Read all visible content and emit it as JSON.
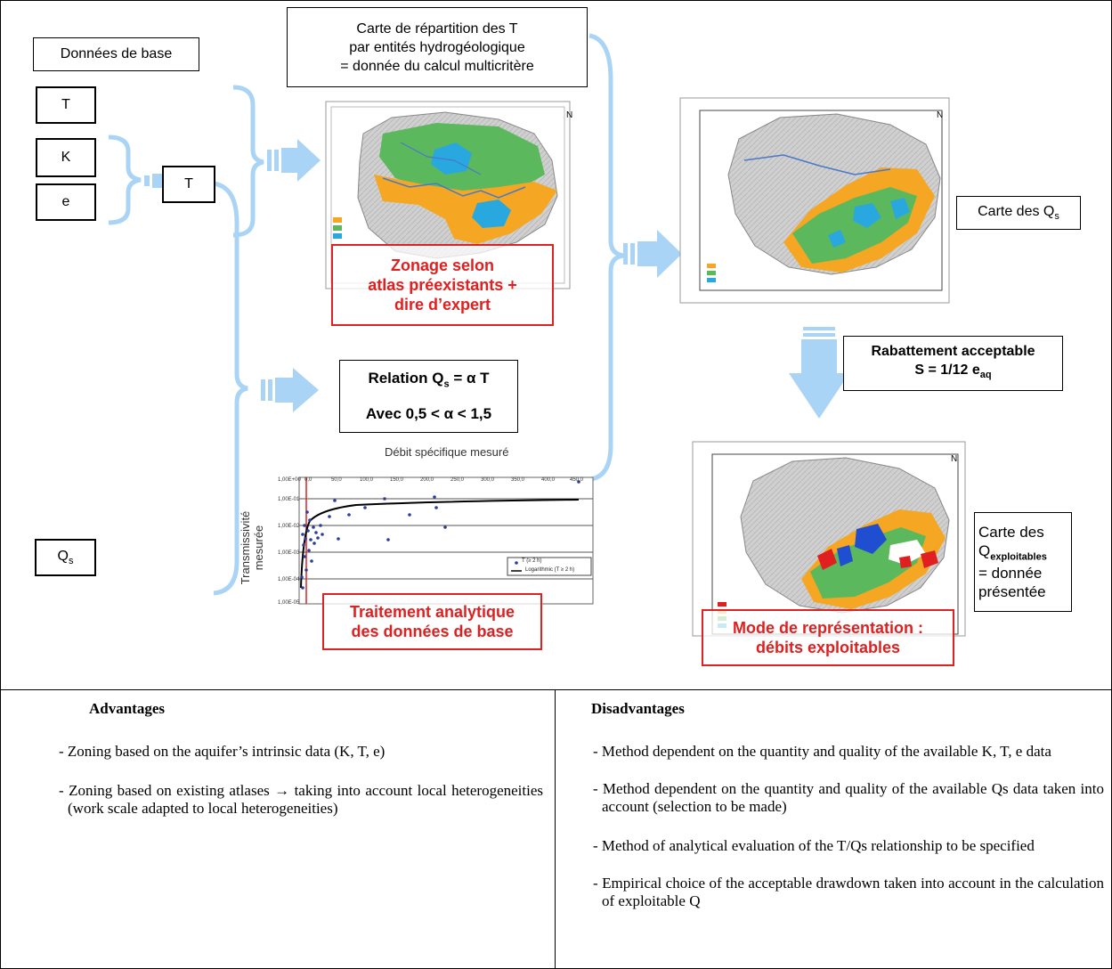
{
  "donnees_base": "Données de base",
  "inputs": {
    "t": "T",
    "k": "K",
    "e": "e",
    "qs_q": "Q",
    "qs_sub": "s"
  },
  "merged_t": "T",
  "top_title": [
    "Carte de répartition des T",
    "par entités hydrogéologique",
    "= donnée du calcul multicritère"
  ],
  "zonage": [
    "Zonage selon",
    "atlas préexistants +",
    "dire d’expert"
  ],
  "relation": {
    "line1_pre": "Relation Q",
    "line1_sub": "s",
    "line1_post": " = α T",
    "line2": "Avec 0,5 < α < 1,5"
  },
  "chart": {
    "title": "Débit spécifique mesuré",
    "ylabel_line1": "Transmissivité",
    "ylabel_line2": "mesurée",
    "legend_points": "T (≥ 2 h)",
    "legend_line": "Logarithmic (T ≥ 2 h)"
  },
  "traitement": [
    "Traitement analytique",
    "des données de base"
  ],
  "carte_qs": {
    "pre": "Carte des Q",
    "sub": "s"
  },
  "rabattement": {
    "line1": "Rabattement acceptable",
    "line2_pre": "S = 1/12 e",
    "line2_sub": "aq"
  },
  "carte_qexpl": {
    "line1": "Carte des",
    "line2_pre": "Q",
    "line2_sub": "exploitables",
    "line3": "= donnée",
    "line4": "présentée"
  },
  "mode": [
    "Mode de représentation :",
    "débits exploitables"
  ],
  "advantages": {
    "title": "Advantages",
    "items": [
      "- Zoning based on the aquifer’s intrinsic data (K, T, e)",
      "- Zoning based on existing atlases → taking into account local heterogeneities (work scale adapted to local heterogeneities)"
    ]
  },
  "disadvantages": {
    "title": "Disadvantages",
    "items": [
      "- Method dependent on the quantity and quality of the available K, T, e data",
      "- Method dependent on the quantity and quality of the available Qs data taken into account (selection to be made)",
      "- Method of analytical evaluation of the T/Qs relationship to be specified",
      "- Empirical choice of the acceptable drawdown taken into account in the calculation of exploitable Q"
    ]
  },
  "colors": {
    "arrow": "#a9d4f5",
    "brace": "#a9d4f5",
    "red": "#e02020",
    "map_green": "#5cb85c",
    "map_orange": "#f5a623",
    "map_blue": "#29a8e0",
    "map_gray": "#c8c8c8"
  }
}
